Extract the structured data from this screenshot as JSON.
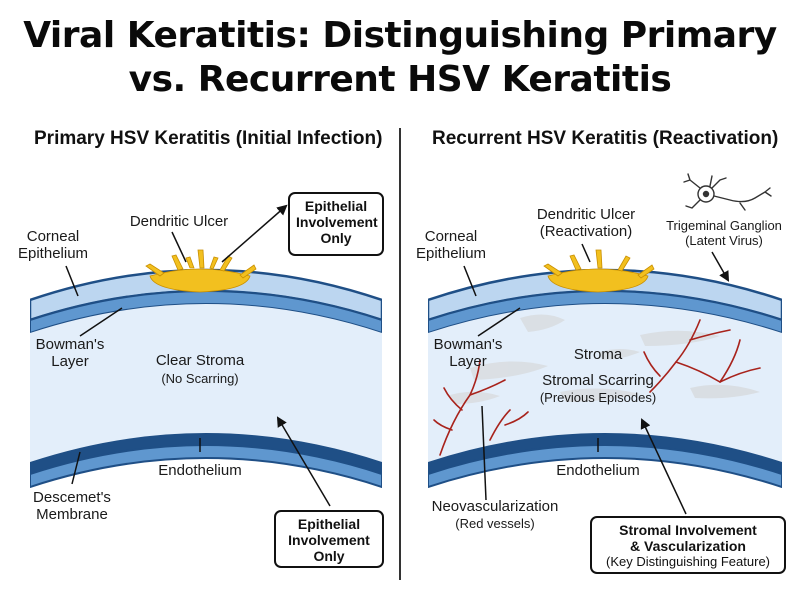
{
  "title": {
    "line1": "Viral Keratitis: Distinguishing Primary",
    "line2": "vs. Recurrent HSV Keratitis"
  },
  "primary": {
    "heading": "Primary HSV Keratitis (Initial Infection)",
    "corneal_epithelium": [
      "Corneal",
      "Epithelium"
    ],
    "dendritic_ulcer": "Dendritic Ulcer",
    "callout_top": [
      "Epithelial",
      "Involvement",
      "Only"
    ],
    "bowmans_layer": [
      "Bowman's",
      "Layer"
    ],
    "stroma": "Clear Stroma",
    "stroma_note": "(No Scarring)",
    "endothelium": "Endothelium",
    "descemets": [
      "Descemet's",
      "Membrane"
    ],
    "callout_bottom": [
      "Epithelial",
      "Involvement",
      "Only"
    ]
  },
  "recurrent": {
    "heading": "Recurrent HSV Keratitis (Reactivation)",
    "corneal_epithelium": [
      "Corneal",
      "Epithelium"
    ],
    "dendritic_ulcer": [
      "Dendritic Ulcer",
      "(Reactivation)"
    ],
    "trigeminal": [
      "Trigeminal Ganglion",
      "(Latent Virus)"
    ],
    "bowmans_layer": [
      "Bowman's",
      "Layer"
    ],
    "stroma": "Stroma",
    "scarring": "Stromal Scarring",
    "scarring_note": "(Previous Episodes)",
    "endothelium": "Endothelium",
    "neovascularization": "Neovascularization",
    "neovascularization_note": "(Red vessels)",
    "callout": {
      "line1": "Stromal Involvement",
      "line2": "& Vascularization",
      "line3": "(Key Distinguishing Feature)"
    }
  },
  "colors": {
    "epithelium": "#bcd6f0",
    "layer_dark": "#1f4f86",
    "layer_mid": "#5f97cf",
    "stroma": "#e3eefa",
    "ulcer": "#f2c01f",
    "vessel": "#a8231c",
    "scar": "#e9ecef"
  },
  "icons": [
    "neuron-icon"
  ]
}
